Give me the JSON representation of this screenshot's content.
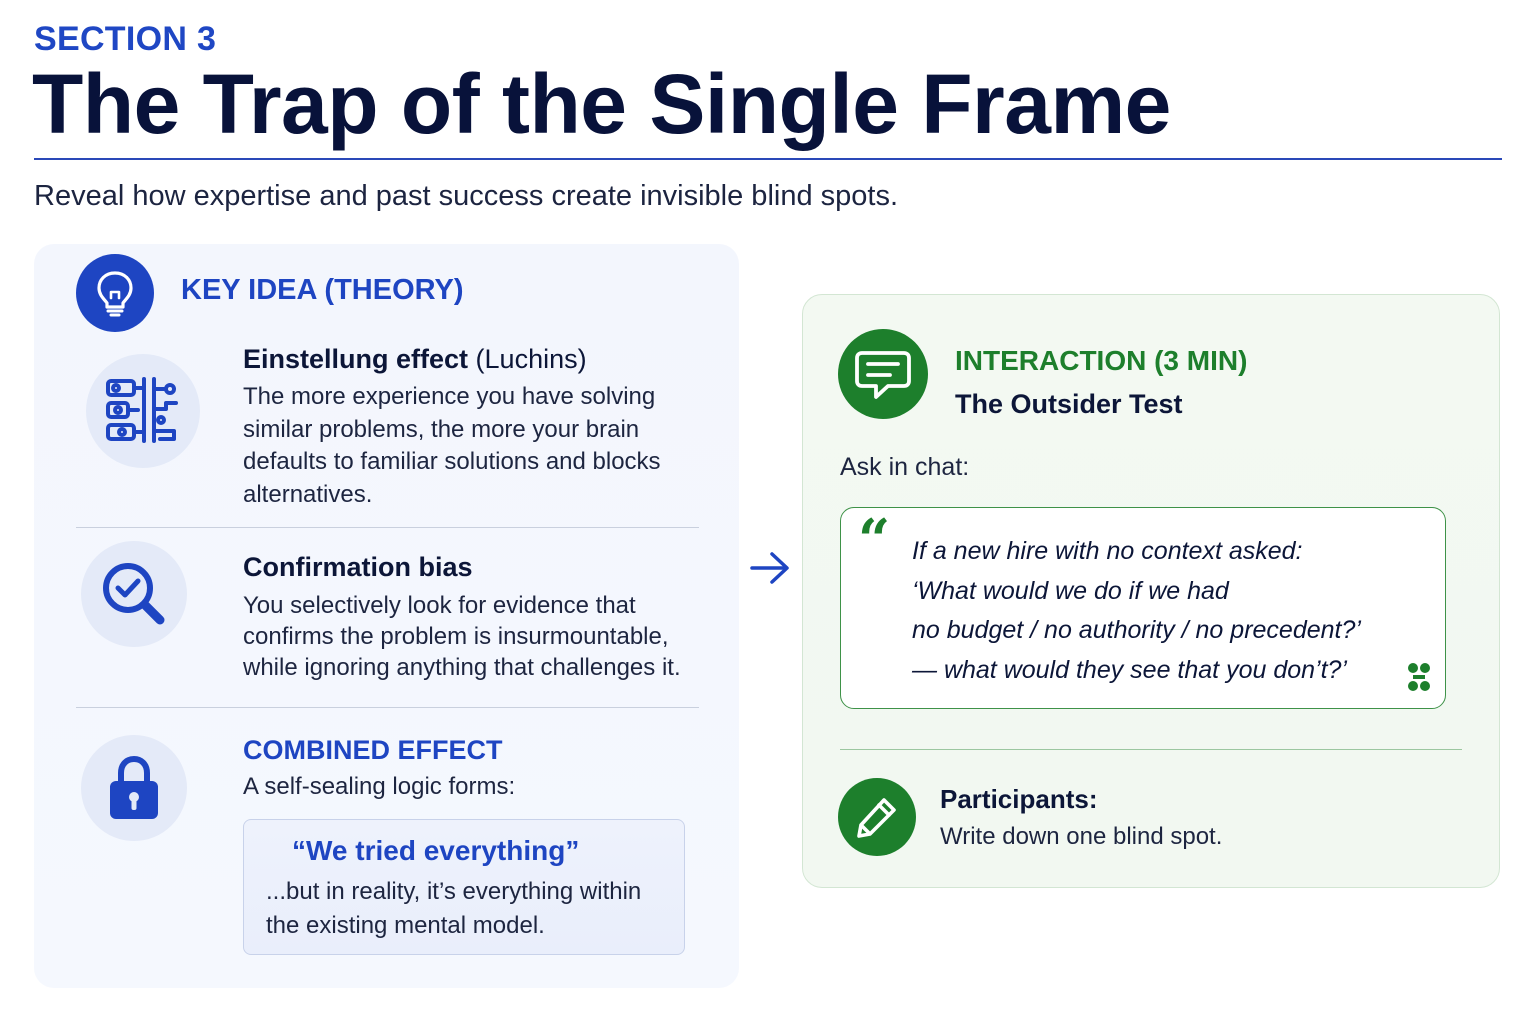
{
  "header": {
    "section_label": "SECTION 3",
    "title": "The Trap of the Single Frame",
    "subtitle": "Reveal how expertise and past success create invisible blind spots."
  },
  "key_idea": {
    "heading": "KEY IDEA (THEORY)",
    "icon": "lightbulb-icon",
    "items": [
      {
        "icon": "circuit-icon",
        "title": "Einstellung effect",
        "title_suffix": "(Luchins)",
        "body": "The more experience you have solving similar problems, the more your brain defaults to familiar solutions and blocks alternatives."
      },
      {
        "icon": "magnifier-check-icon",
        "title": "Confirmation bias",
        "body": "You selectively look for evidence that confirms the problem is insurmountable, while ignoring anything that challenges it."
      }
    ],
    "combined": {
      "icon": "lock-icon",
      "heading": "COMBINED EFFECT",
      "body": "A self-sealing logic forms:",
      "quote_headline": "“We tried everything”",
      "quote_body": "...but in reality, it’s everything within the existing mental model."
    }
  },
  "interaction": {
    "icon": "chat-bubble-icon",
    "heading": "INTERACTION (3 MIN)",
    "subheading": "The Outsider Test",
    "ask_label": "Ask in chat:",
    "quote_lines": [
      "If a new hire with no context asked:",
      "‘What would we do if we had",
      "no budget / no authority / no precedent?’",
      "— what would they see that you don’t?’"
    ],
    "participants": {
      "icon": "pencil-icon",
      "label": "Participants:",
      "body": "Write down one blind spot."
    }
  },
  "colors": {
    "primary_blue": "#1e45c2",
    "navy_text": "#08123a",
    "green": "#1d7f2c",
    "left_card_bg": "#f3f6fd",
    "right_card_bg": "#f3f9f2"
  }
}
